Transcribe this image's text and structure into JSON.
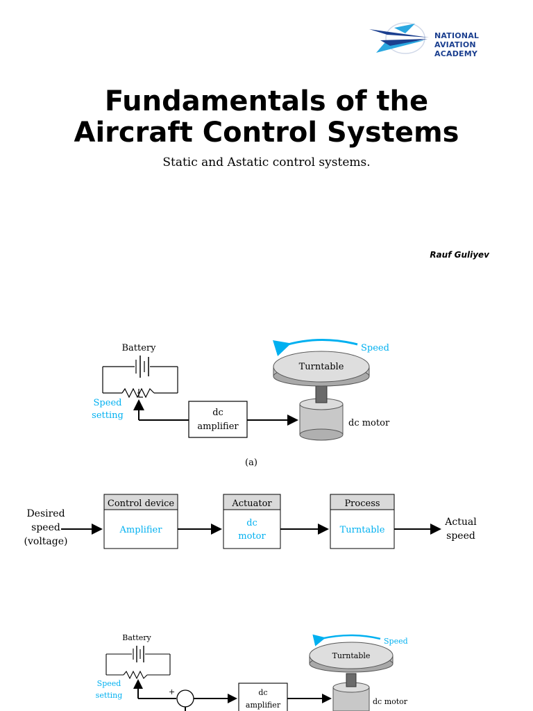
{
  "logo": {
    "line1": "NATIONAL",
    "line2": "AVIATION ACADEMY",
    "color": "#1b3f8f",
    "accent": "#2aa7e0"
  },
  "title": {
    "line1": "Fundamentals of the",
    "line2": "Aircraft Control Systems"
  },
  "subtitle": "Static and Astatic control systems.",
  "author": "Rauf Guliyev",
  "figure_a": {
    "battery": "Battery",
    "speed": "Speed",
    "speed_setting_1": "Speed",
    "speed_setting_2": "setting",
    "amp_1": "dc",
    "amp_2": "amplifier",
    "turntable": "Turntable",
    "motor": "dc motor",
    "caption": "(a)"
  },
  "block_diagram": {
    "input_1": "Desired",
    "input_2": "speed",
    "input_3": "(voltage)",
    "output_1": "Actual",
    "output_2": "speed",
    "blocks": [
      {
        "header": "Control device",
        "body_1": "Amplifier",
        "body_2": ""
      },
      {
        "header": "Actuator",
        "body_1": "dc",
        "body_2": "motor"
      },
      {
        "header": "Process",
        "body_1": "Turntable",
        "body_2": ""
      }
    ]
  },
  "figure_b": {
    "battery": "Battery",
    "speed": "Speed",
    "speed_setting_1": "Speed",
    "speed_setting_2": "setting",
    "amp_1": "dc",
    "amp_2": "amplifier",
    "turntable": "Turntable",
    "motor": "dc motor",
    "plus": "+"
  },
  "colors": {
    "cyan": "#00b0f0",
    "header_gray": "#d9d9d9"
  }
}
